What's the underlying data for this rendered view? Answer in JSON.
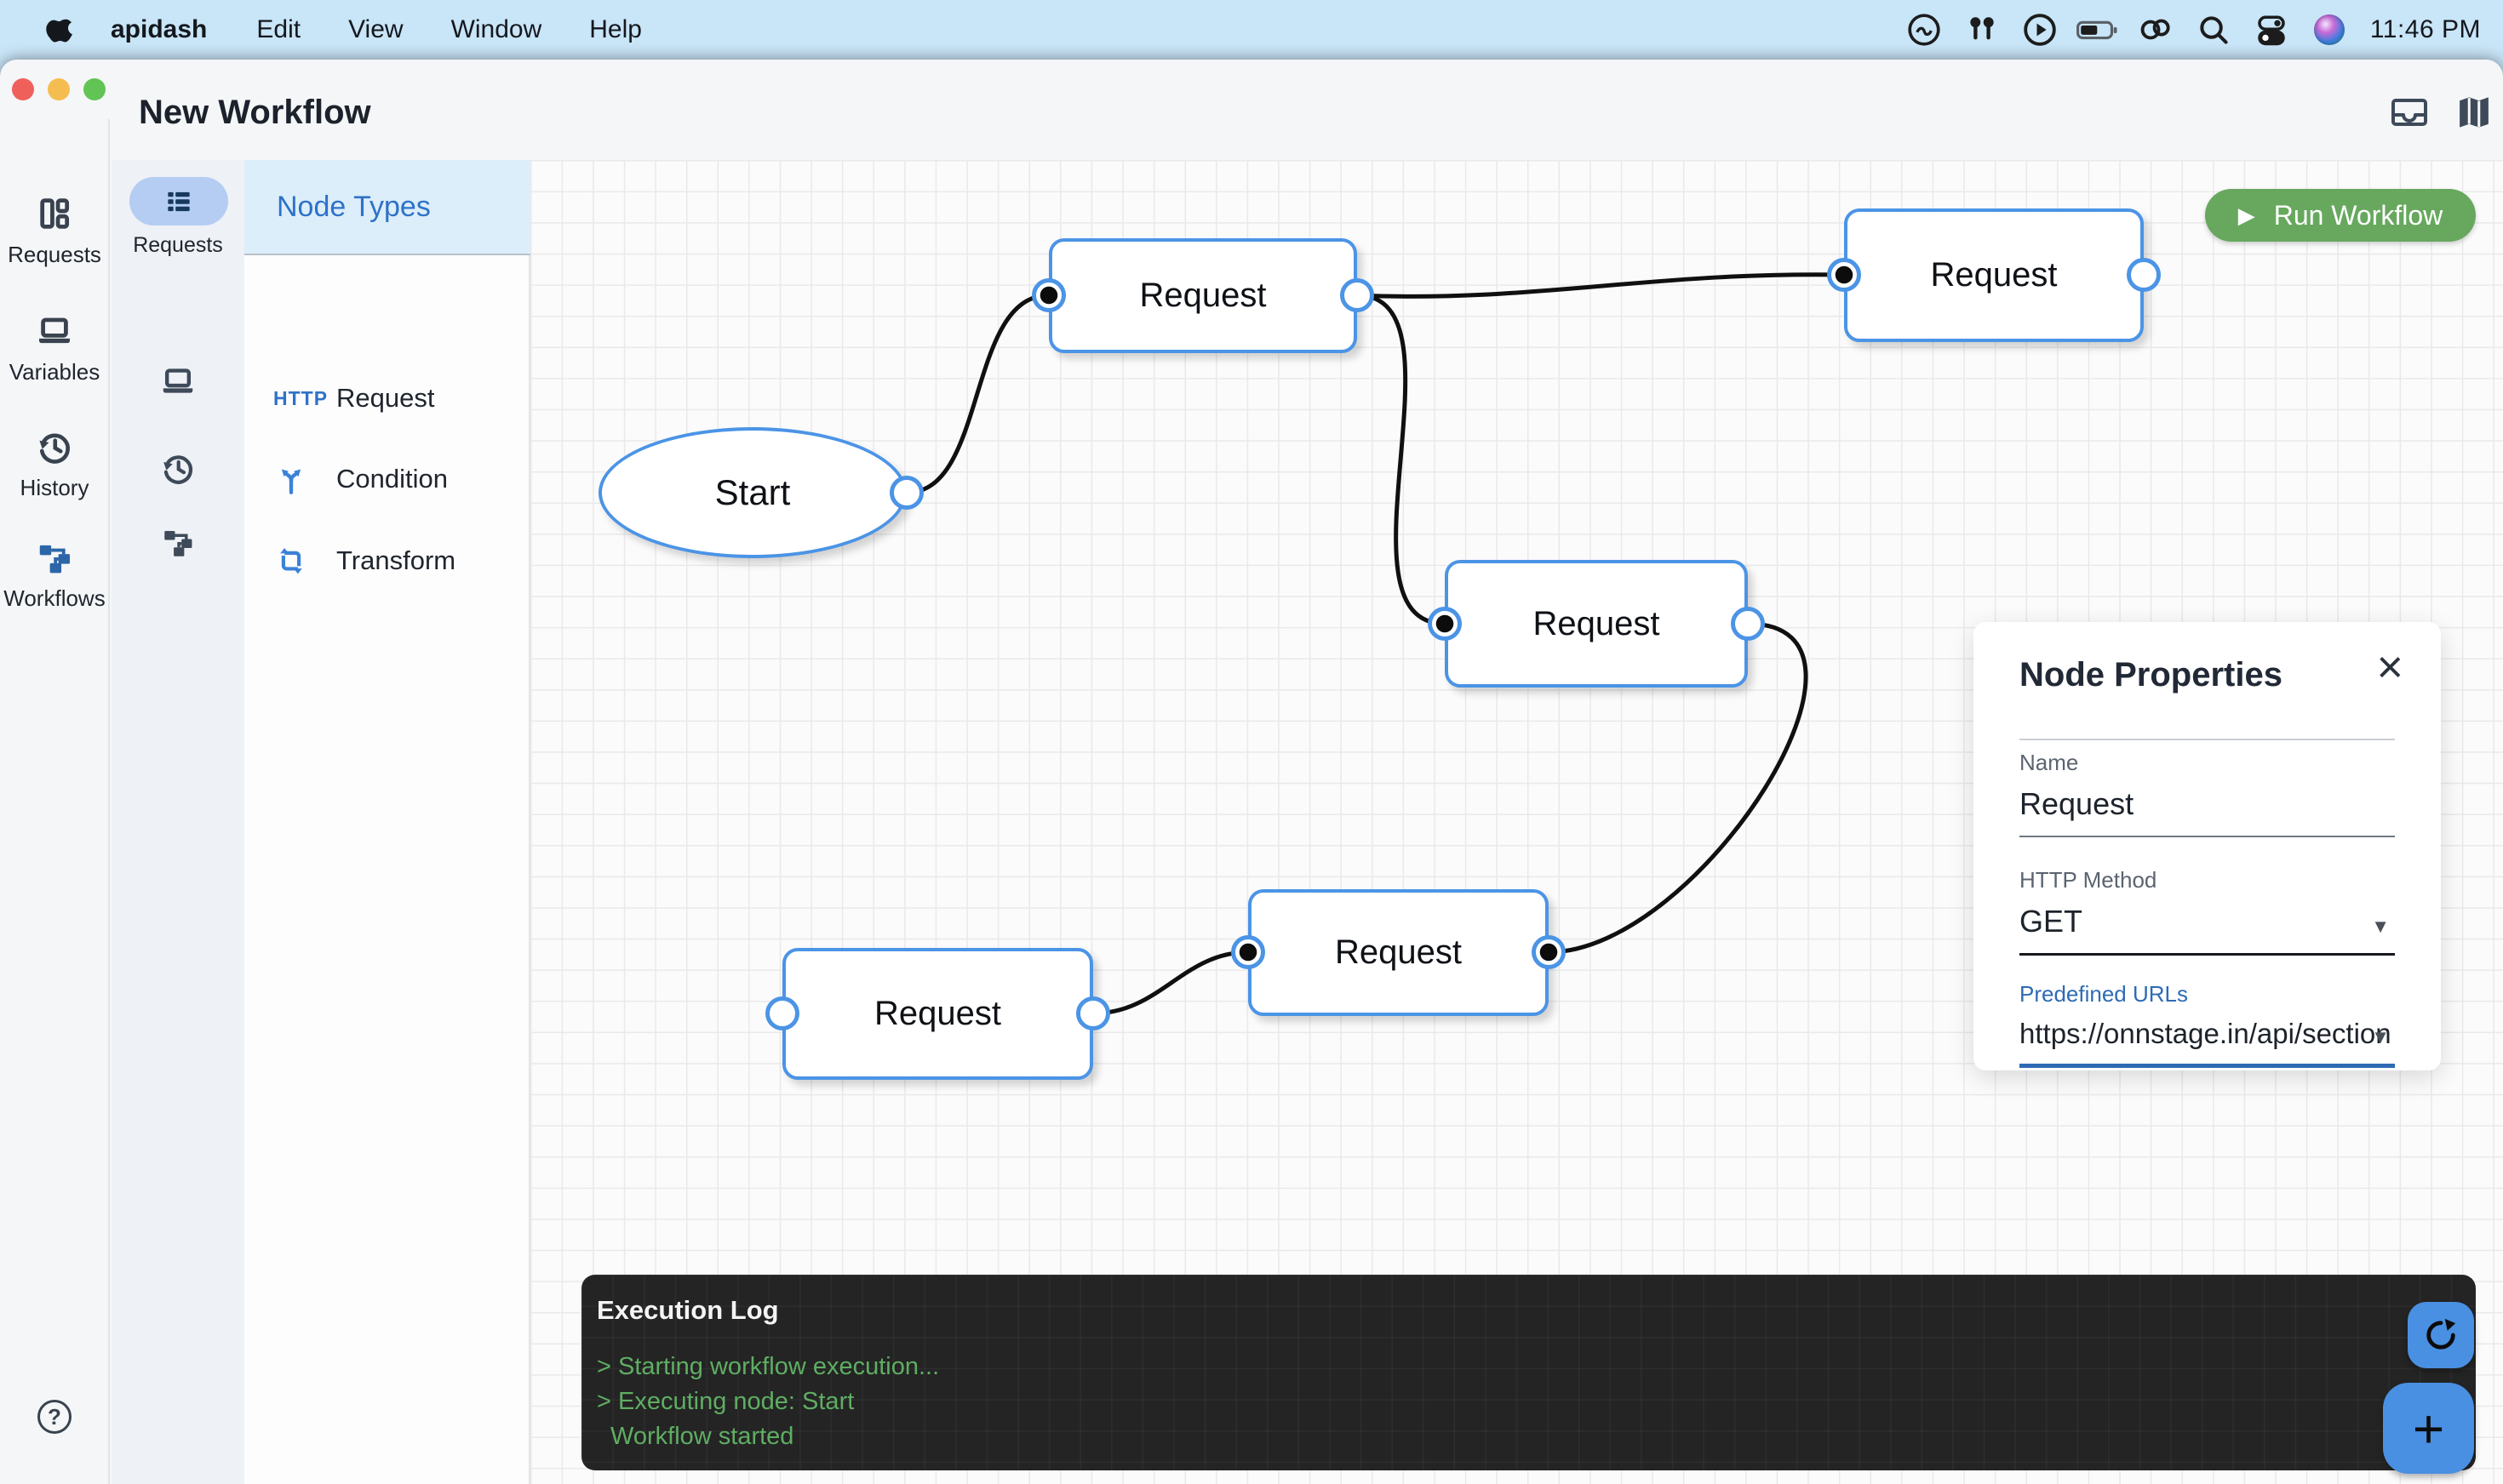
{
  "menu_bar": {
    "app_name": "apidash",
    "items": [
      "Edit",
      "View",
      "Window",
      "Help"
    ],
    "time": "11:46 PM"
  },
  "toolbar": {
    "title": "New Workflow"
  },
  "sidebar": {
    "items": [
      {
        "label": "Requests"
      },
      {
        "label": "Variables"
      },
      {
        "label": "History"
      },
      {
        "label": "Workflows"
      }
    ]
  },
  "collections": {
    "active_label": "Requests"
  },
  "node_types": {
    "header": "Node Types",
    "items": [
      {
        "badge": "HTTP",
        "label": "Request"
      },
      {
        "badge": "",
        "label": "Condition"
      },
      {
        "badge": "",
        "label": "Transform"
      }
    ]
  },
  "canvas": {
    "nodes": [
      {
        "label": "Start"
      },
      {
        "label": "Request"
      },
      {
        "label": "Request"
      },
      {
        "label": "Request"
      },
      {
        "label": "Request"
      },
      {
        "label": "Request"
      }
    ]
  },
  "run_button": {
    "label": "Run Workflow"
  },
  "properties_panel": {
    "title": "Node Properties",
    "name_label": "Name",
    "name_value": "Request",
    "method_label": "HTTP Method",
    "method_value": "GET",
    "urls_label": "Predefined URLs",
    "urls_value": "https://onnstage.in/api/section"
  },
  "execution_log": {
    "title": "Execution Log",
    "lines": [
      "> Starting workflow execution...",
      "> Executing node: Start",
      "Workflow started"
    ]
  },
  "icons": {
    "play": "▶",
    "caret": "▼",
    "close": "×",
    "plus": "+",
    "help": "?",
    "gear": "⚙"
  },
  "colors": {
    "menubar_blue": "#c9e5f8",
    "accent_blue": "#4a90e2",
    "node_border_blue": "#4b94e6",
    "link_blue": "#2d6bb4",
    "run_green": "#67a85e",
    "log_green": "#5fae63"
  }
}
